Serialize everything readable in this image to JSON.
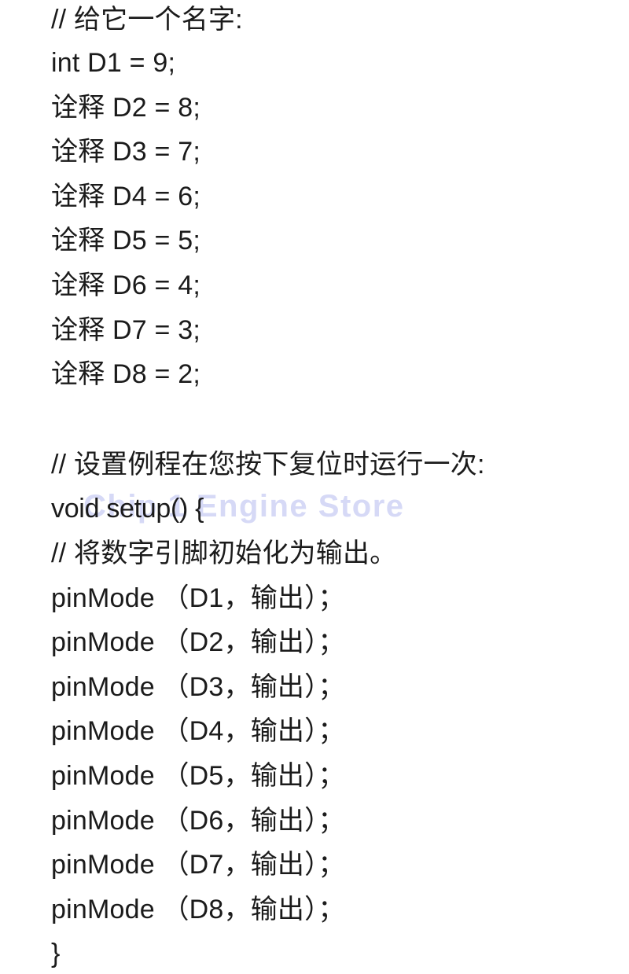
{
  "document": {
    "kind": "code-snippet-image",
    "language": "arduino-c",
    "background_color": "#ffffff",
    "text_color": "#1b1b1b"
  },
  "watermark": {
    "text": "Chip 1 Engine Store",
    "color": "#d6d9f6"
  },
  "code": {
    "lines": [
      {
        "id": "l01",
        "text": "// 给它一个名字:"
      },
      {
        "id": "l02",
        "text": "int D1 = 9;"
      },
      {
        "id": "l03",
        "text": "诠释 D2 = 8;"
      },
      {
        "id": "l04",
        "text": "诠释 D3 = 7;"
      },
      {
        "id": "l05",
        "text": "诠释 D4 = 6;"
      },
      {
        "id": "l06",
        "text": "诠释 D5 = 5;"
      },
      {
        "id": "l07",
        "text": "诠释 D6 = 4;"
      },
      {
        "id": "l08",
        "text": "诠释 D7 = 3;"
      },
      {
        "id": "l09",
        "text": "诠释 D8 = 2;"
      },
      {
        "id": "l10",
        "text": ""
      },
      {
        "id": "l11",
        "text": "// 设置例程在您按下复位时运行一次:"
      },
      {
        "id": "l12",
        "text": "void setup() {"
      },
      {
        "id": "l13",
        "text": "// 将数字引脚初始化为输出。"
      },
      {
        "id": "l14",
        "text": "pinMode （D1，输出）；"
      },
      {
        "id": "l15",
        "text": "pinMode （D2，输出）；"
      },
      {
        "id": "l16",
        "text": "pinMode （D3，输出）；"
      },
      {
        "id": "l17",
        "text": "pinMode （D4，输出）；"
      },
      {
        "id": "l18",
        "text": "pinMode （D5，输出）；"
      },
      {
        "id": "l19",
        "text": "pinMode （D6，输出）；"
      },
      {
        "id": "l20",
        "text": "pinMode （D7，输出）；"
      },
      {
        "id": "l21",
        "text": "pinMode （D8，输出）；"
      },
      {
        "id": "l22",
        "text": "}"
      }
    ]
  }
}
